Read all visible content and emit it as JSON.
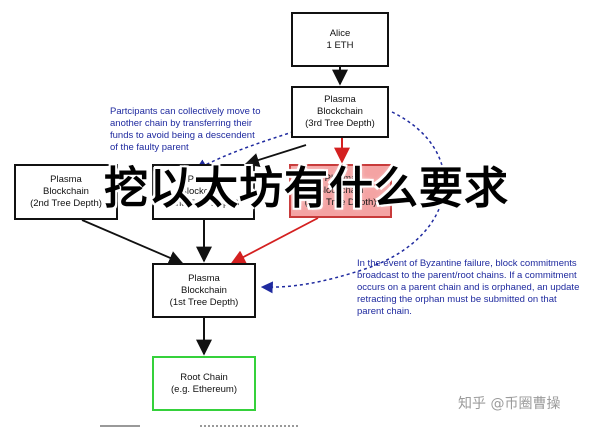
{
  "diagram": {
    "nodes": {
      "alice": {
        "lines": [
          "Alice",
          "1 ETH"
        ]
      },
      "plasma_3rd": {
        "lines": [
          "Plasma",
          "Blockchain",
          "(3rd Tree Depth)"
        ]
      },
      "plasma_2nd_left": {
        "lines": [
          "Plasma",
          "Blockchain",
          "(2nd Tree Depth)"
        ]
      },
      "plasma_2nd_mid": {
        "lines": [
          "Plasma",
          "Blockchain",
          "(2nd Tree Depth)"
        ]
      },
      "plasma_2nd_faulty": {
        "lines": [
          "Plasma",
          "Blockchain",
          "(2nd Tree Depth)"
        ]
      },
      "plasma_1st": {
        "lines": [
          "Plasma",
          "Blockchain",
          "(1st Tree Depth)"
        ]
      },
      "root_chain": {
        "lines": [
          "Root Chain",
          "(e.g. Ethereum)"
        ]
      }
    },
    "notes": {
      "participants": [
        "Partcipants can collectively move to",
        "another chain by transferring their",
        "funds to avoid being a descendent",
        "of the faulty parent"
      ],
      "byzantine": [
        "In the event of Byzantine failure, block commitments",
        "broadcast to the parent/root chains. If a commitment",
        "occurs on a parent chain and is orphaned, an update",
        "retracting the orphan must be submitted on that",
        "parent chain."
      ]
    },
    "overlay_title": "挖以太坊有什么要求",
    "watermark": "知乎 @币圈曹操",
    "colors": {
      "node_border": "#111111",
      "faulty_fill": "#f4a3a3",
      "faulty_border": "#c83a3a",
      "faulty_arrow": "#d42020",
      "root_border": "#35d13b",
      "note_text": "#1f2a9f",
      "dashed_arrow": "#1f2a9f"
    }
  }
}
